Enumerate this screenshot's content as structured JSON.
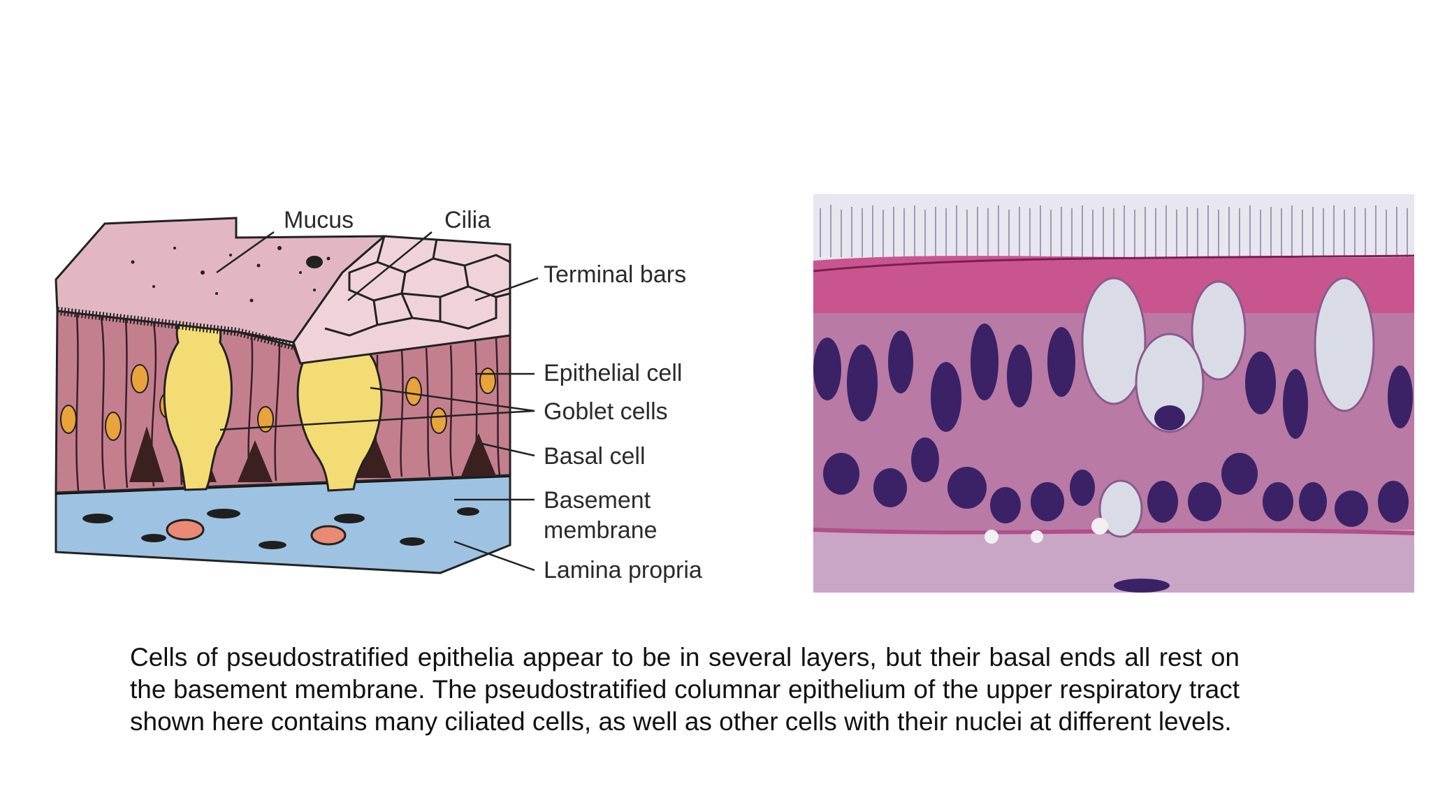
{
  "illustration": {
    "labels": {
      "mucus": "Mucus",
      "cilia": "Cilia",
      "terminal_bars": "Terminal bars",
      "epithelial_cell": "Epithelial cell",
      "goblet_cells": "Goblet cells",
      "basal_cell": "Basal cell",
      "basement_line1": "Basement",
      "basement_line2": "membrane",
      "lamina_propria": "Lamina propria"
    }
  },
  "caption": "Cells of pseudostratified epithelia appear to be in several layers, but their basal ends all rest on the basement membrane. The pseudostratified columnar epithelium of the upper respiratory tract shown here contains many ciliated cells, as well as other cells with their nuclei at different levels.",
  "colors": {
    "mucus_surface": "#e2b7c3",
    "cell_body": "#c47f8e",
    "goblet": "#f4dc74",
    "lamina": "#9ec3e2",
    "stain_pink": "#a8477e",
    "nucleus_purple": "#3b2266"
  }
}
